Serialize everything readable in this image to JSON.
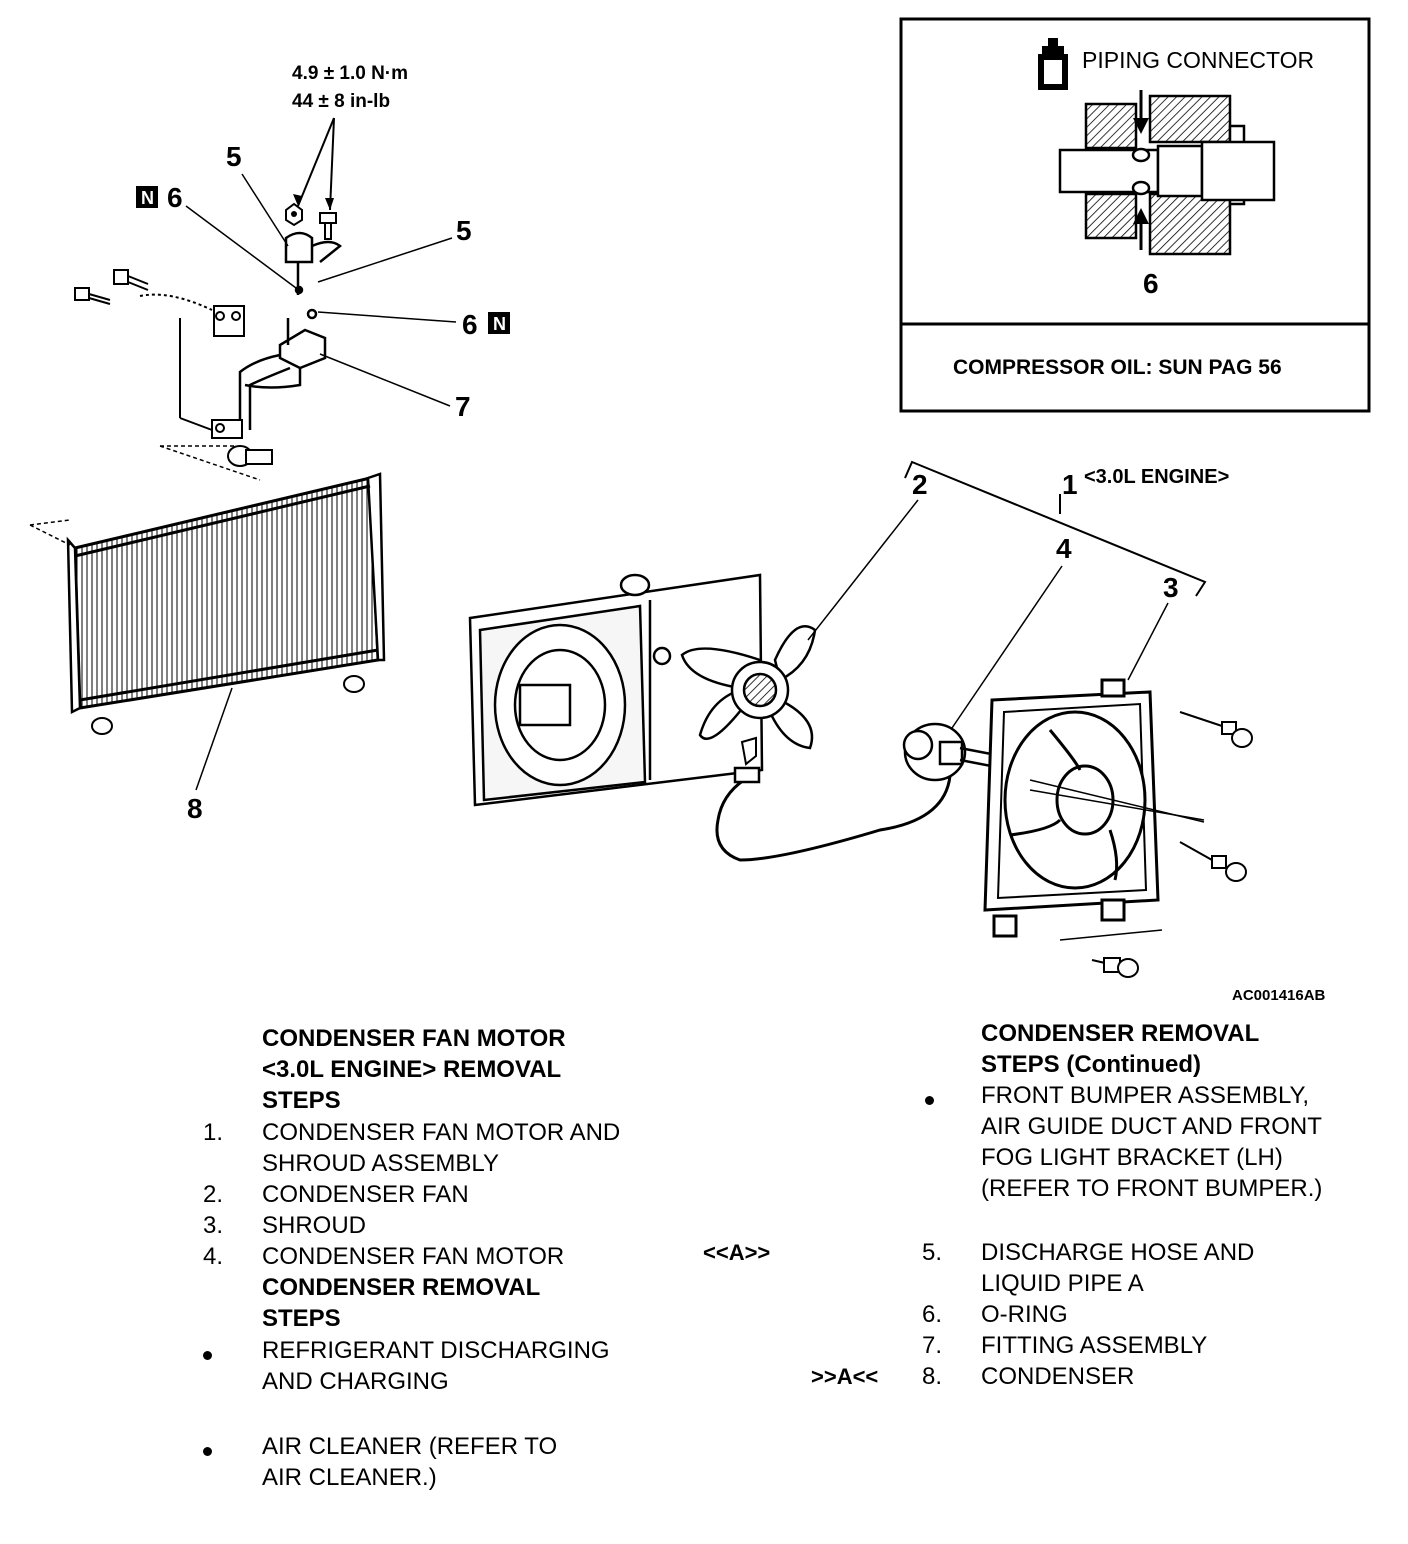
{
  "diagram": {
    "torque": {
      "line1": "4.9 ± 1.0 N·m",
      "line2": "44 ± 8 in-lb"
    },
    "callouts": {
      "c1": "1",
      "c2": "2",
      "c3": "3",
      "c4": "4",
      "c5": "5",
      "c6": "6",
      "c7": "7",
      "c8": "8"
    },
    "new_part_mark": "N",
    "engine_note": "<3.0L ENGINE>",
    "figure_code": "AC001416AB"
  },
  "inset": {
    "title": "PIPING CONNECTOR",
    "callout": "6",
    "oil_note": "COMPRESSOR OIL: SUN PAG 56"
  },
  "procedure_left": {
    "heading_fan": [
      "CONDENSER FAN MOTOR",
      "<3.0L ENGINE> REMOVAL",
      "STEPS"
    ],
    "fan_steps": [
      {
        "num": "1.",
        "lines": [
          "CONDENSER FAN MOTOR AND",
          "SHROUD ASSEMBLY"
        ]
      },
      {
        "num": "2.",
        "lines": [
          "CONDENSER FAN"
        ]
      },
      {
        "num": "3.",
        "lines": [
          "SHROUD"
        ]
      },
      {
        "num": "4.",
        "lines": [
          "CONDENSER FAN MOTOR"
        ]
      }
    ],
    "heading_condenser": [
      "CONDENSER REMOVAL",
      "STEPS"
    ],
    "bullet_steps": [
      {
        "lines": [
          "REFRIGERANT DISCHARGING",
          "AND CHARGING"
        ]
      },
      {
        "lines": [
          "AIR CLEANER (REFER TO",
          "AIR CLEANER.)"
        ]
      }
    ]
  },
  "procedure_right": {
    "heading": [
      "CONDENSER REMOVAL",
      "STEPS (Continued)"
    ],
    "bullet_step": [
      "FRONT BUMPER ASSEMBLY,",
      "AIR GUIDE DUCT AND FRONT",
      "FOG LIGHT BRACKET (LH)",
      "(REFER TO FRONT BUMPER.)"
    ],
    "steps": [
      {
        "mark": "<<A>>",
        "num": "5.",
        "lines": [
          "DISCHARGE HOSE AND",
          "LIQUID PIPE A"
        ]
      },
      {
        "mark": "",
        "num": "6.",
        "lines": [
          "O-RING"
        ]
      },
      {
        "mark": "",
        "num": "7.",
        "lines": [
          "FITTING ASSEMBLY"
        ]
      },
      {
        "mark": ">>A<<",
        "num": "8.",
        "lines": [
          "CONDENSER"
        ]
      }
    ]
  }
}
